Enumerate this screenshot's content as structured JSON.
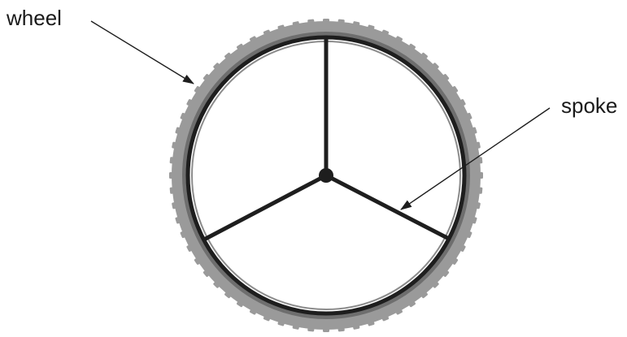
{
  "labels": {
    "wheel": "wheel",
    "spoke": "spoke"
  },
  "colors": {
    "tyre": "#9a9a9a",
    "tyre_shadow": "#6e6e6e",
    "rim": "#1e1e1e",
    "spoke": "#1e1e1e",
    "leader": "#1e1e1e",
    "text": "#1a1a1a"
  },
  "spoke_count": 3
}
